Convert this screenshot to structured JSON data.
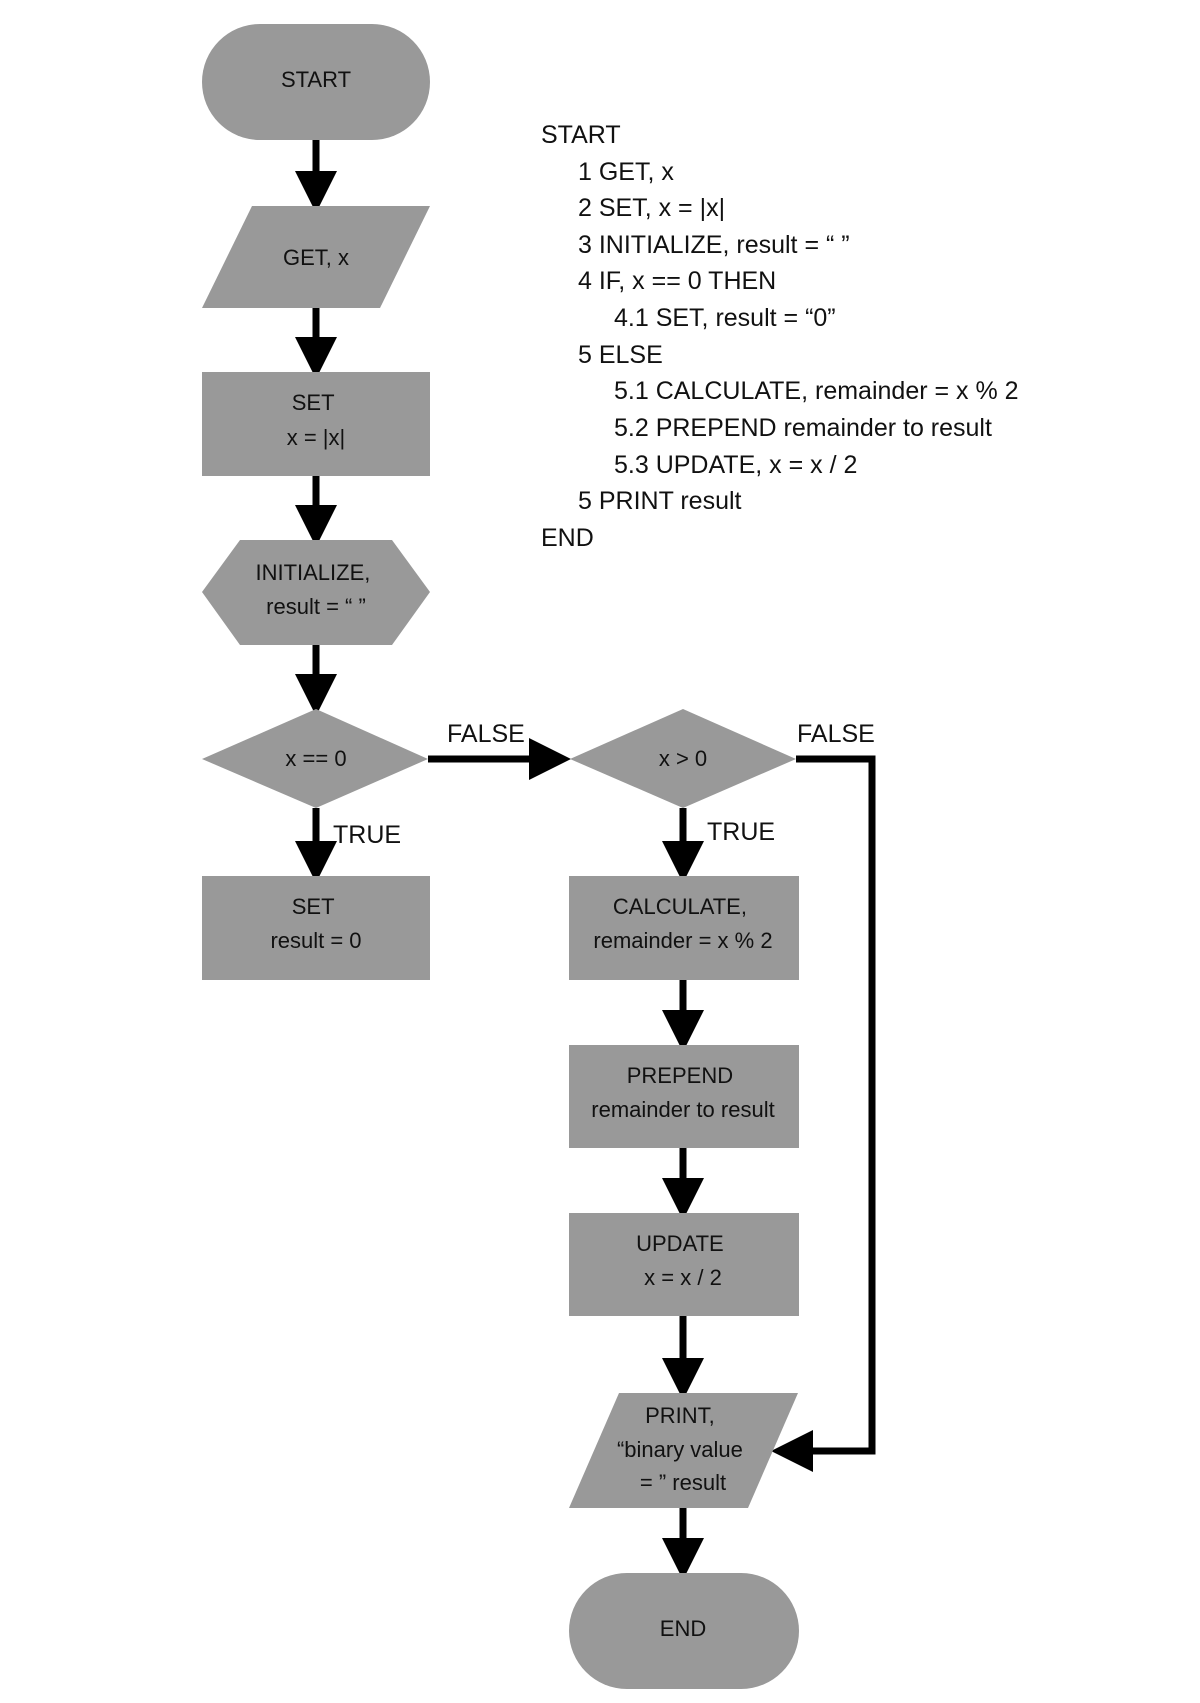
{
  "nodes": {
    "start": [
      "START"
    ],
    "get": [
      "GET, x"
    ],
    "set_abs": [
      "SET",
      "x = |x|"
    ],
    "init": [
      "INITIALIZE,",
      "result = “ ”"
    ],
    "cond_zero": [
      "x == 0"
    ],
    "set_zero": [
      "SET",
      "result = 0"
    ],
    "cond_pos": [
      "x > 0"
    ],
    "calc": [
      "CALCULATE,",
      "remainder = x % 2"
    ],
    "prepend": [
      "PREPEND",
      "remainder to result"
    ],
    "update": [
      "UPDATE",
      "x = x / 2"
    ],
    "print": [
      "PRINT,",
      "“binary value",
      "= ” result"
    ],
    "end": [
      "END"
    ]
  },
  "edge_labels": {
    "zero_false": "FALSE",
    "zero_true": "TRUE",
    "pos_false": "FALSE",
    "pos_true": "TRUE"
  },
  "pseudocode": [
    "START",
    "1 GET, x",
    "2 SET, x = |x|",
    "3 INITIALIZE, result = “ ”",
    "4 IF, x == 0 THEN",
    "4.1 SET, result = “0”",
    "5 ELSE",
    "5.1 CALCULATE, remainder = x % 2",
    "5.2 PREPEND remainder to result",
    "5.3 UPDATE, x = x / 2",
    "5 PRINT result",
    "END"
  ],
  "colors": {
    "shape_fill": "#999999",
    "line": "#000000",
    "text": "#111111"
  }
}
